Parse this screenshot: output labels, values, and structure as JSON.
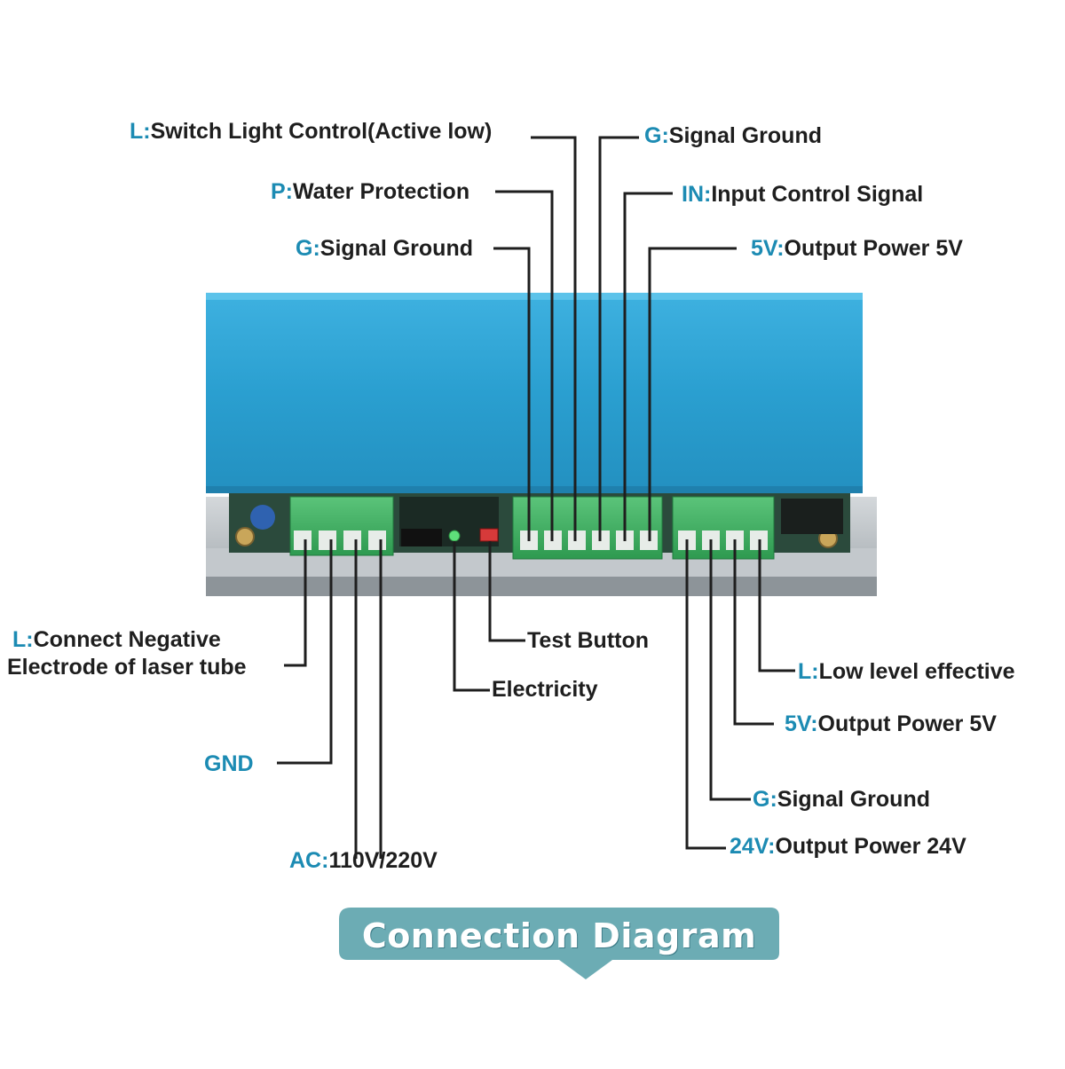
{
  "title": "Connection Diagram",
  "colors": {
    "label_code": "#1c8bb3",
    "label_text": "#1e1e1e",
    "lead_line": "#1e1e1e",
    "housing_blue": "#2fa3d3",
    "terminal_green": "#3aaa5c",
    "banner": "#6cacb4",
    "chassis": "#b9bfc4"
  },
  "top_labels": [
    {
      "code": "L:",
      "text": "Switch Light Control(Active low)"
    },
    {
      "code": "P:",
      "text": "Water Protection"
    },
    {
      "code": "G:",
      "text": "Signal Ground"
    },
    {
      "code": "G:",
      "text": "Signal Ground"
    },
    {
      "code": "IN:",
      "text": "Input Control Signal"
    },
    {
      "code": "5V:",
      "text": "Output Power 5V"
    }
  ],
  "left_labels": {
    "laser": {
      "code": "L:",
      "text": "Connect Negative\nElectrode of laser tube"
    },
    "gnd": {
      "code": "GND",
      "text": ""
    },
    "ac": {
      "code": "AC:",
      "text": "110V/220V"
    }
  },
  "middle_labels": {
    "test": {
      "text": "Test Button"
    },
    "electricity": {
      "text": "Electricity"
    }
  },
  "right_labels": [
    {
      "code": "L:",
      "text": "Low level effective"
    },
    {
      "code": "5V:",
      "text": "Output Power 5V"
    },
    {
      "code": "G:",
      "text": "Signal Ground"
    },
    {
      "code": "24V:",
      "text": "Output Power 24V"
    }
  ]
}
